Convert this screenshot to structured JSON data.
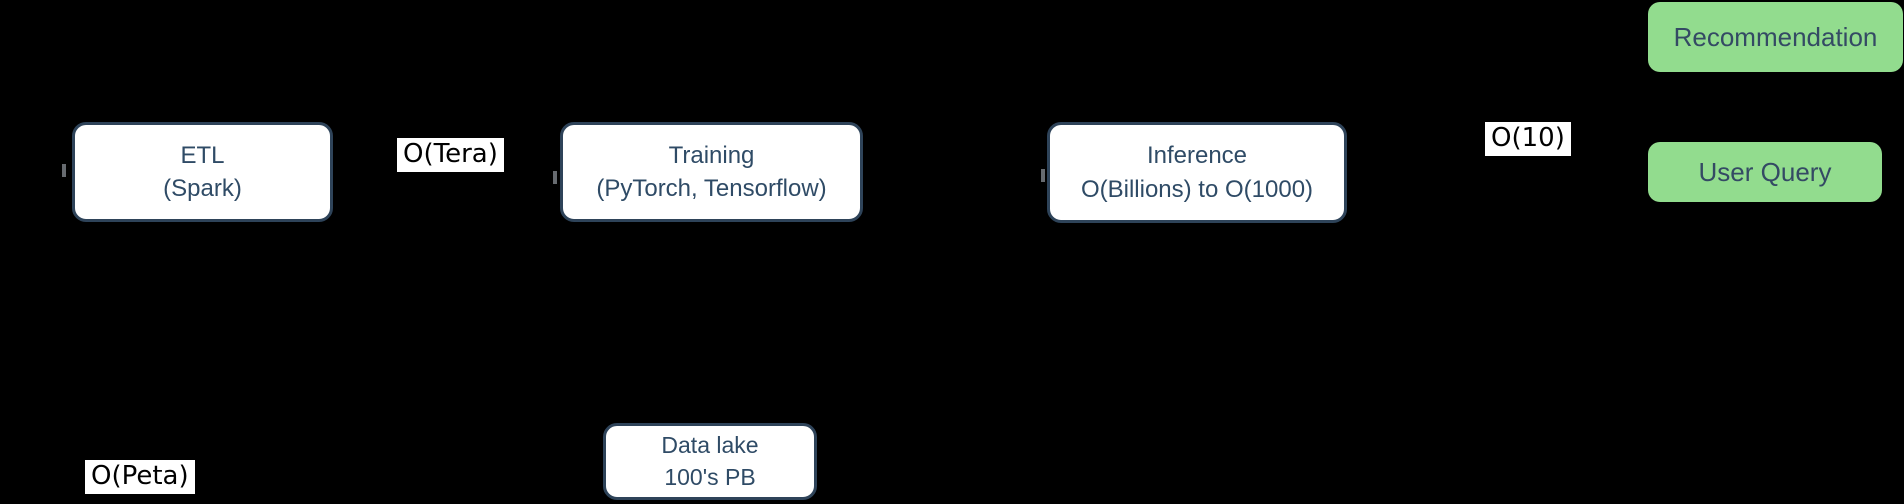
{
  "diagram": {
    "colors": {
      "background": "#000000",
      "node_fill": "#ffffff",
      "node_border": "#2e4359",
      "node_text": "#2f4b66",
      "endpoint_fill": "#92dc8e",
      "endpoint_text": "#344a64",
      "scale_label_bg": "#ffffff",
      "scale_label_text": "#000000"
    },
    "nodes": {
      "etl": {
        "line1": "ETL",
        "line2": "(Spark)"
      },
      "training": {
        "line1": "Training",
        "line2": "(PyTorch, Tensorflow)"
      },
      "inference": {
        "line1": "Inference",
        "line2": "O(Billions) to O(1000)"
      },
      "data_lake": {
        "line1": "Data lake",
        "line2": "100's PB"
      }
    },
    "endpoints": {
      "recommendation": {
        "label": "Recommendation"
      },
      "user_query": {
        "label": "User Query"
      }
    },
    "scale_labels": {
      "tera": "O(Tera)",
      "ten": "O(10)",
      "peta": "O(Peta)"
    }
  }
}
